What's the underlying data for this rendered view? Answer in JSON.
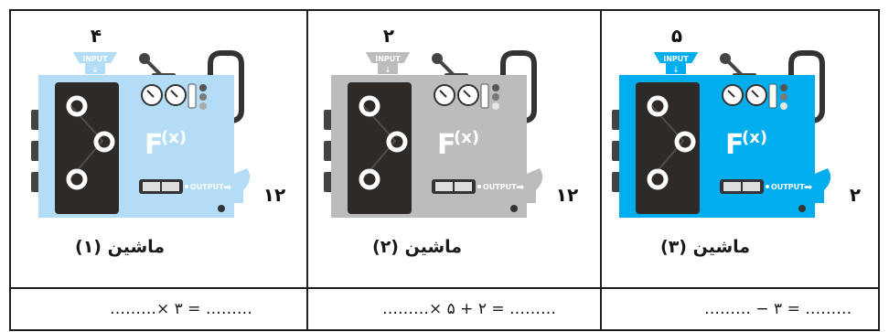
{
  "machines": [
    {
      "label": "ماشین (۱)",
      "input_value": "۴",
      "output_value": "۱۲",
      "input_tag": "INPUT",
      "output_tag": "OUTPUT",
      "function_label": "F",
      "function_arg": "(x)",
      "body_color": "#b3ddf7",
      "equation": "………× ۳ = ………"
    },
    {
      "label": "ماشین (۲)",
      "input_value": "۲",
      "output_value": "۱۲",
      "input_tag": "INPUT",
      "output_tag": "OUTPUT",
      "function_label": "F",
      "function_arg": "(x)",
      "body_color": "#bcbcbc",
      "equation": "………× ۵ + ۲ = ………"
    },
    {
      "label": "ماشین (۳)",
      "input_value": "۵",
      "output_value": "۲",
      "input_tag": "INPUT",
      "output_tag": "OUTPUT",
      "function_label": "F",
      "function_arg": "(x)",
      "body_color": "#00aef0",
      "equation": "……… − ۳ = ………"
    }
  ]
}
